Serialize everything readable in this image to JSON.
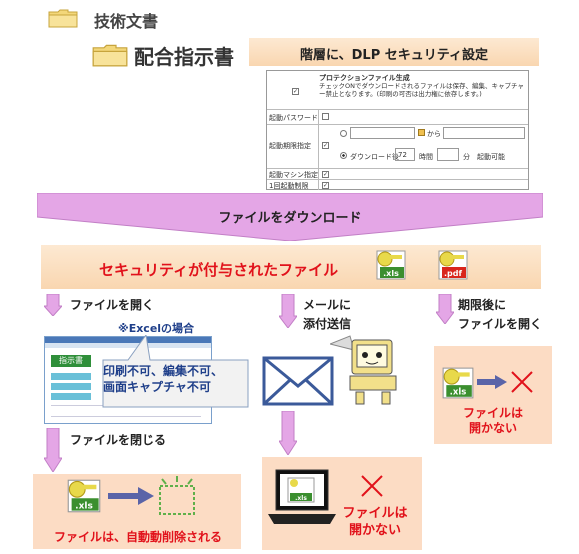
{
  "folders": {
    "parent": "技術文書",
    "child": "配合指示書"
  },
  "setting_title": "階層に、DLP セキュリティ設定",
  "settings_panel": {
    "rows": [
      {
        "label": "",
        "title": "プロテクションファイル生成",
        "desc": "チェックONでダウンロードされるファイルは保存、編集、キャプチャー禁止となります。(印刷の可否は出力権に依存します。)",
        "checked": true
      },
      {
        "label": "起動パスワード",
        "checked": false
      },
      {
        "label": "起動期限指定",
        "checked": true,
        "range_to": "から",
        "download_after": "ダウンロード後",
        "hours_value": "72",
        "hours_unit": "時間",
        "minutes_unit": "分",
        "tail": "起動可能"
      },
      {
        "label": "起動マシン指定",
        "checked": true
      },
      {
        "label": "1回起動制限",
        "checked": true
      }
    ]
  },
  "download_arrow": "ファイルをダウンロード",
  "secured_file_banner": "セキュリティが付与されたファイル",
  "file_icons": [
    ".xls",
    ".pdf"
  ],
  "branches": {
    "open": {
      "label": "ファイルを開く",
      "note": "※Excelの場合",
      "callout": [
        "印刷不可、編集不可、",
        "画面キャプチャ不可"
      ],
      "sheet_button": "指示書"
    },
    "close": {
      "label": "ファイルを閉じる",
      "result": "ファイルは、自動動削除される"
    },
    "mail": {
      "label": "メールに\n添付送信",
      "result": [
        "ファイルは",
        "開かない"
      ]
    },
    "expired": {
      "label": "期限後に\nファイルを開く",
      "result": [
        "ファイルは",
        "開かない"
      ]
    }
  },
  "colors": {
    "arrow_purple": "#e4a6e6",
    "band_peach": "#fbdcc0",
    "red": "#e1121b",
    "navy": "#1f3f8a"
  }
}
